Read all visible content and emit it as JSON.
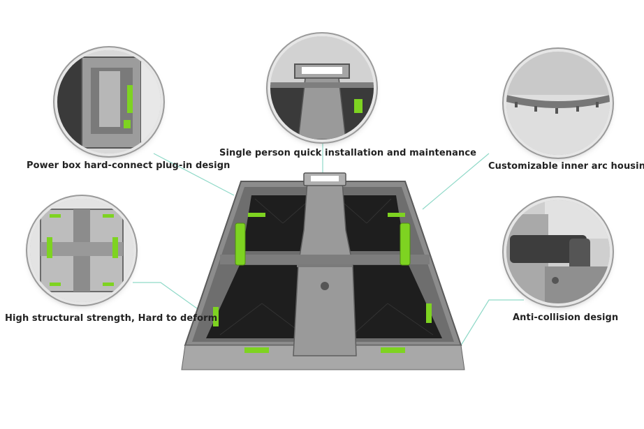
{
  "features": {
    "power_box": "Power box hard-connect plug-in design",
    "single_person": "Single person quick installation and maintenance",
    "inner_arc": "Customizable inner arc housing",
    "structural": "High structural strength, Hard to deform",
    "anti_collision": "Anti-collision design"
  },
  "colors": {
    "accent_green": "#7ed321",
    "callout_line": "#8fd9c8",
    "frame_gray": "#8c8c8c",
    "inner_black": "#1e1e1e"
  }
}
